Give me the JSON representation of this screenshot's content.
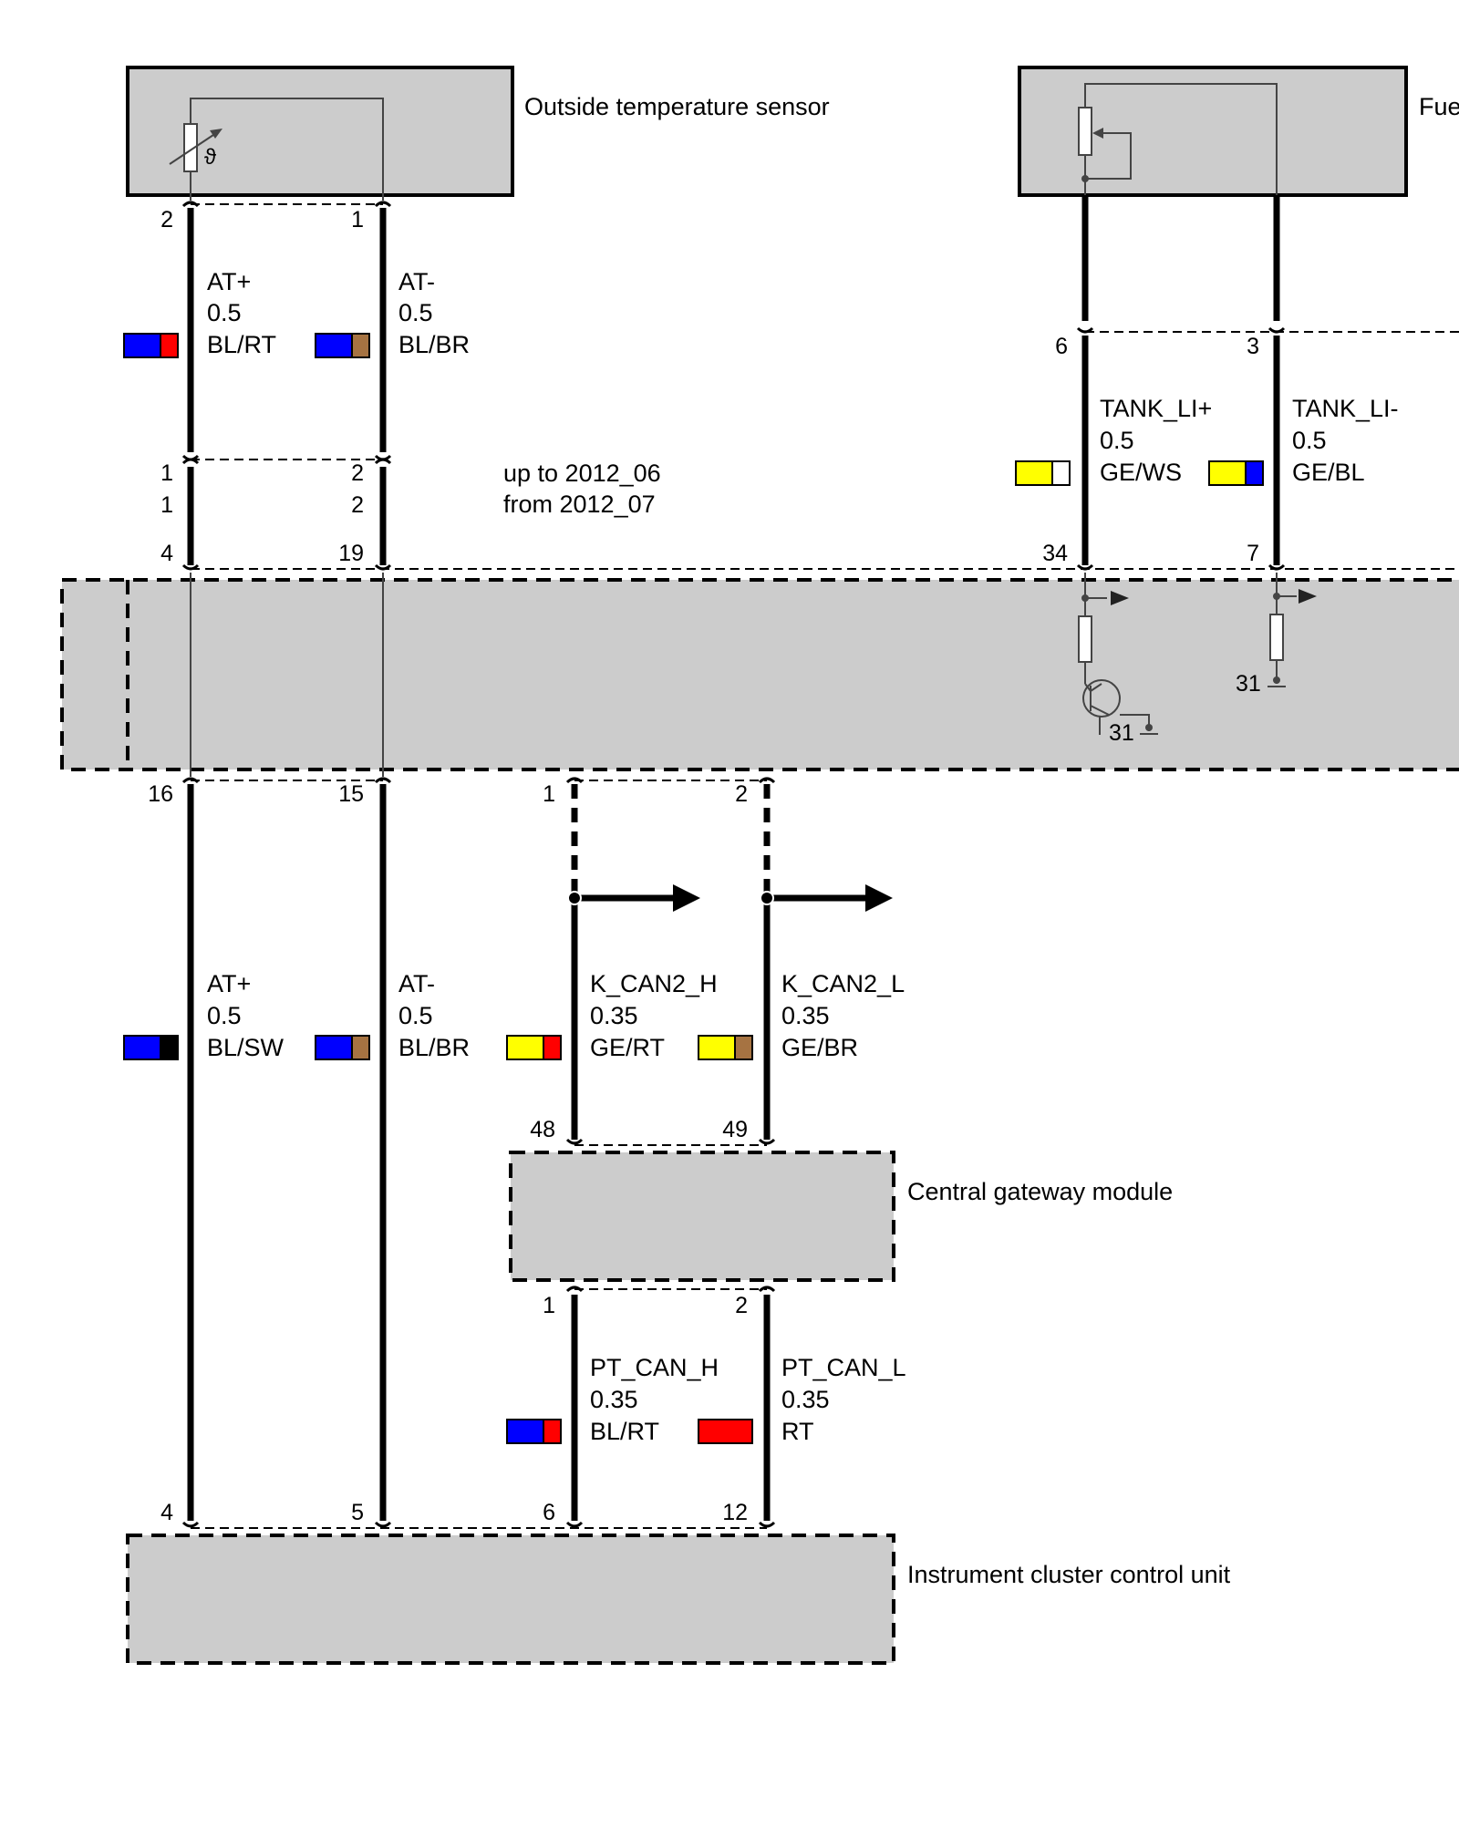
{
  "colors": {
    "BL": "#0000ff",
    "RT": "#ff0000",
    "BR": "#a67342",
    "SW": "#000000",
    "GE": "#ffff00",
    "WS": "#ffffff",
    "box_fill": "#cccccc",
    "wire": "#000000"
  },
  "components": {
    "outside_temp_sensor": "Outside temperature sensor",
    "fuel_sensor": "Fue",
    "central_gateway": "Central gateway module",
    "instrument_cluster": "Instrument cluster control unit"
  },
  "variants": {
    "up_to": "up to 2012_06",
    "from": "from 2012_07"
  },
  "sensor_symbol": "ϑ",
  "ground_label": "31",
  "pins": {
    "ots_at_plus": "2",
    "ots_at_minus": "1",
    "conn_at_plus_a": "1",
    "conn_at_plus_b": "1",
    "conn_at_minus_a": "2",
    "conn_at_minus_b": "2",
    "mid_in_at_plus": "4",
    "mid_in_at_minus": "19",
    "mid_in_tank_plus": "34",
    "mid_in_tank_minus": "7",
    "fuel_tank_plus": "6",
    "fuel_tank_minus": "3",
    "mid_out_at_plus": "16",
    "mid_out_at_minus": "15",
    "mid_out_kcan_h": "1",
    "mid_out_kcan_l": "2",
    "gw_in_kcan_h": "48",
    "gw_in_kcan_l": "49",
    "gw_out_ptcan_h": "1",
    "gw_out_ptcan_l": "2",
    "ic_at_plus": "4",
    "ic_at_minus": "5",
    "ic_ptcan_h": "6",
    "ic_ptcan_l": "12"
  },
  "wires": [
    {
      "signal": "AT+",
      "size": "0.5",
      "color_code": "BL/RT",
      "colors": [
        "BL",
        "RT"
      ]
    },
    {
      "signal": "AT-",
      "size": "0.5",
      "color_code": "BL/BR",
      "colors": [
        "BL",
        "BR"
      ]
    },
    {
      "signal": "TANK_LI+",
      "size": "0.5",
      "color_code": "GE/WS",
      "colors": [
        "GE",
        "WS"
      ]
    },
    {
      "signal": "TANK_LI-",
      "size": "0.5",
      "color_code": "GE/BL",
      "colors": [
        "GE",
        "BL"
      ]
    },
    {
      "signal": "AT+",
      "size": "0.5",
      "color_code": "BL/SW",
      "colors": [
        "BL",
        "SW"
      ]
    },
    {
      "signal": "AT-",
      "size": "0.5",
      "color_code": "BL/BR",
      "colors": [
        "BL",
        "BR"
      ]
    },
    {
      "signal": "K_CAN2_H",
      "size": "0.35",
      "color_code": "GE/RT",
      "colors": [
        "GE",
        "RT"
      ]
    },
    {
      "signal": "K_CAN2_L",
      "size": "0.35",
      "color_code": "GE/BR",
      "colors": [
        "GE",
        "BR"
      ]
    },
    {
      "signal": "PT_CAN_H",
      "size": "0.35",
      "color_code": "BL/RT",
      "colors": [
        "BL",
        "RT"
      ]
    },
    {
      "signal": "PT_CAN_L",
      "size": "0.35",
      "color_code": "RT",
      "colors": [
        "RT"
      ]
    }
  ]
}
